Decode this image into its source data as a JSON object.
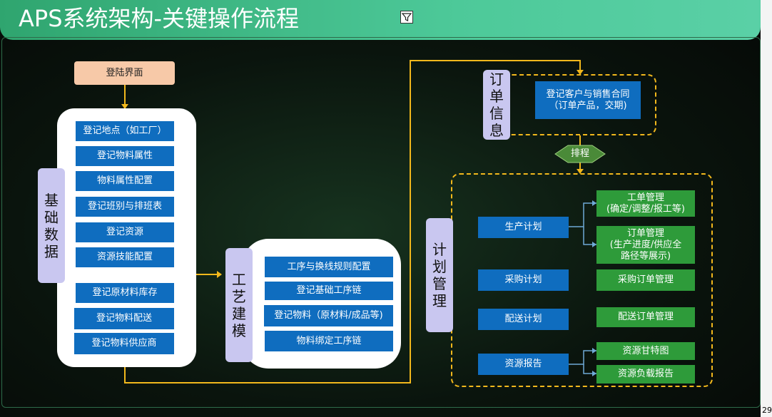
{
  "header": {
    "title": "APS系统架构-关键操作流程"
  },
  "page_number": "29",
  "login": "登陆界面",
  "basic": {
    "label": "基础数据",
    "items": [
      "登记地点（如工厂）",
      "登记物料属性",
      "物料属性配置",
      "登记班别与排班表",
      "登记资源",
      "资源技能配置",
      "登记原材料库存",
      "登记物料配送",
      "登记物料供应商"
    ]
  },
  "process": {
    "label": "工艺建模",
    "items": [
      "工序与换线规则配置",
      "登记基础工序链",
      "登记物料（原材料/成品等)",
      "物料绑定工序链"
    ]
  },
  "order": {
    "label": "订单信息",
    "item": "登记客户与销售合同\n（订单产品，交期)"
  },
  "schedule": "排程",
  "plan": {
    "label": "计划管理",
    "left": [
      "生产计划",
      "采购计划",
      "配送计划",
      "资源报告"
    ],
    "right": [
      "工单管理\n(确定/调整/报工等)",
      "订单管理\n(生产进度/供应全\n路径等展示)",
      "采购订单管理",
      "配送订单管理",
      "资源甘特图",
      "资源负载报告"
    ]
  },
  "colors": {
    "blue": "#0f6dbf",
    "green": "#2e9b3a",
    "yellow": "#f2b81c",
    "lavender": "#c9c7f0",
    "peach": "#f7c9a8"
  }
}
